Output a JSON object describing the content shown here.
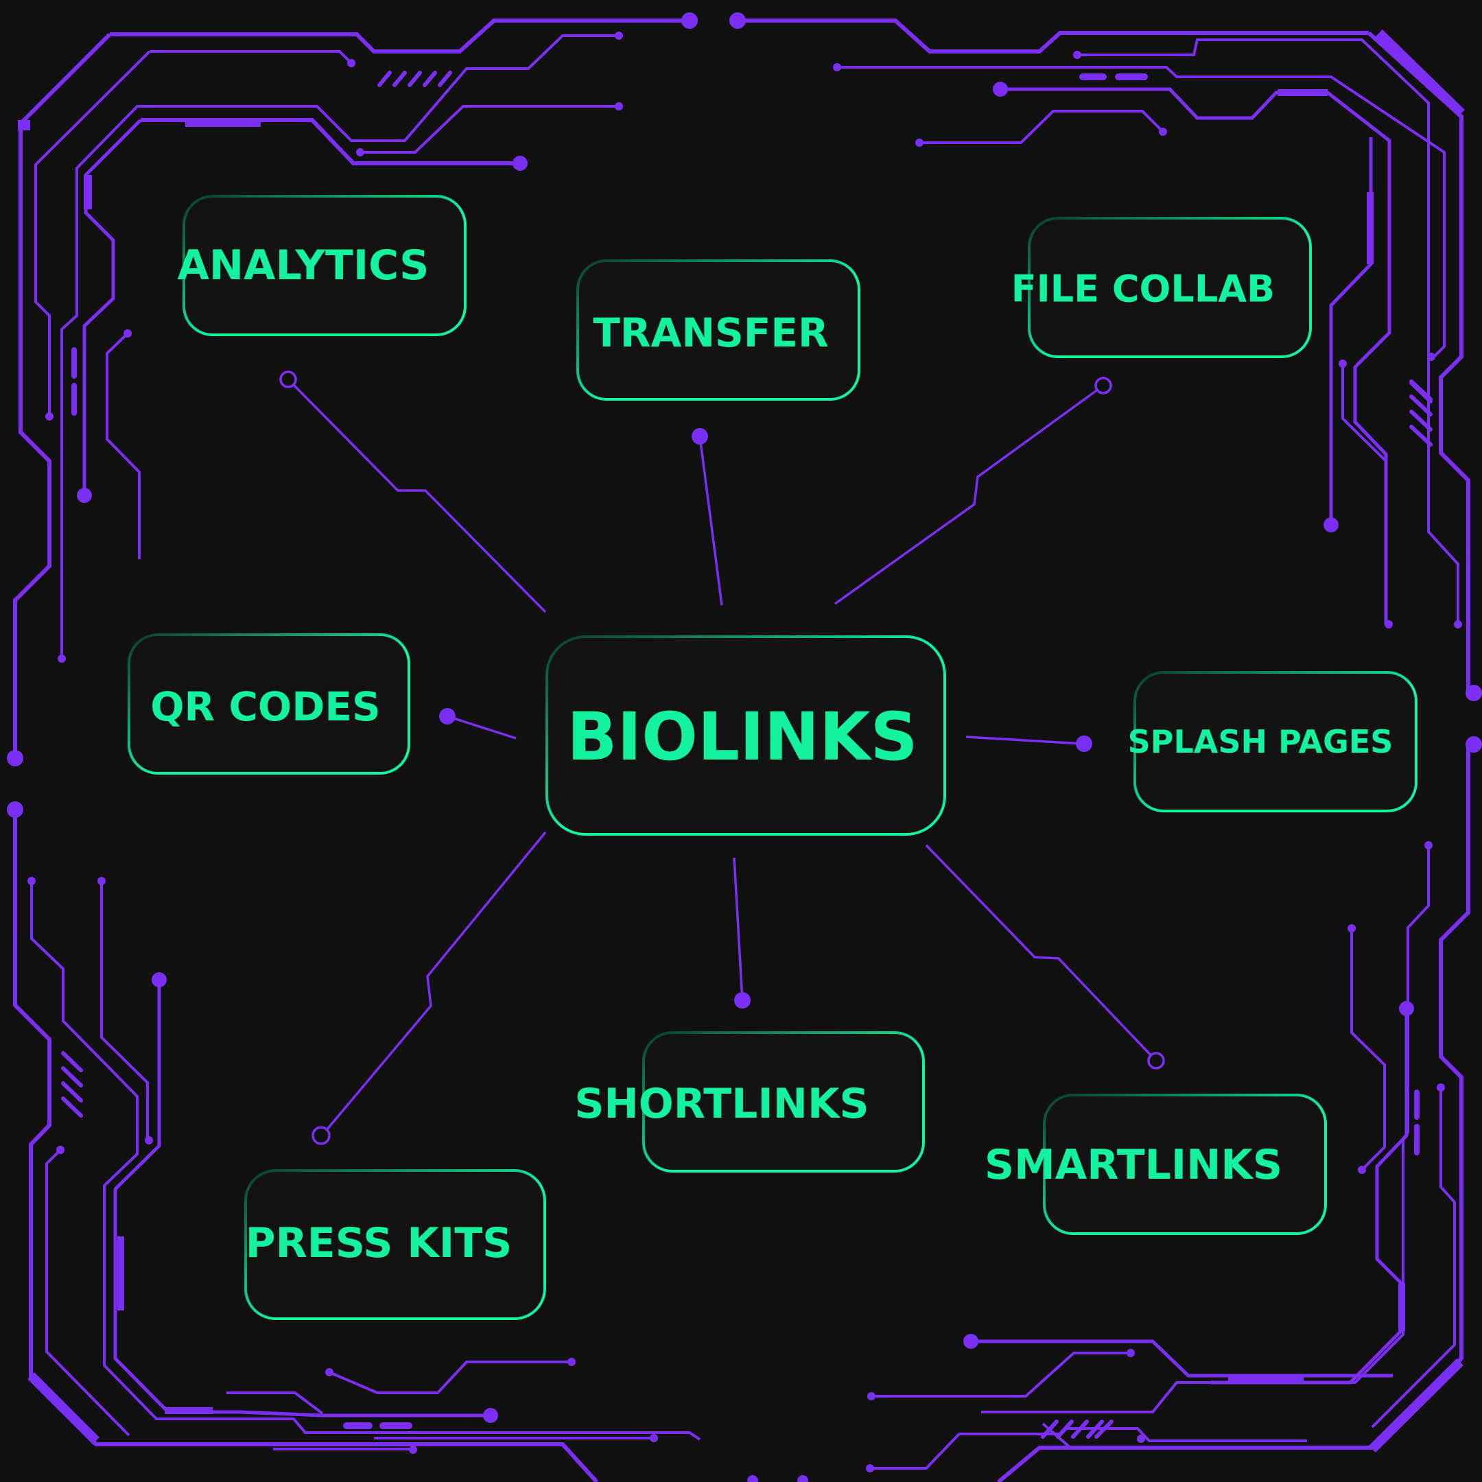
{
  "colors": {
    "background": "#111112",
    "circuit": "#7b2ff2",
    "accent": "#14f2a0",
    "accent_dark": "#0d3a2a"
  },
  "diagram": {
    "center": {
      "label": "BIOLINKS"
    },
    "nodes": [
      {
        "id": "analytics",
        "label": "ANALYTICS"
      },
      {
        "id": "transfer",
        "label": "TRANSFER"
      },
      {
        "id": "file-collab",
        "label": "FILE COLLAB"
      },
      {
        "id": "qr-codes",
        "label": "QR CODES"
      },
      {
        "id": "splash-pages",
        "label": "SPLASH PAGES"
      },
      {
        "id": "shortlinks",
        "label": "SHORTLINKS"
      },
      {
        "id": "smartlinks",
        "label": "SMARTLINKS"
      },
      {
        "id": "press-kits",
        "label": "PRESS KITS"
      }
    ]
  }
}
